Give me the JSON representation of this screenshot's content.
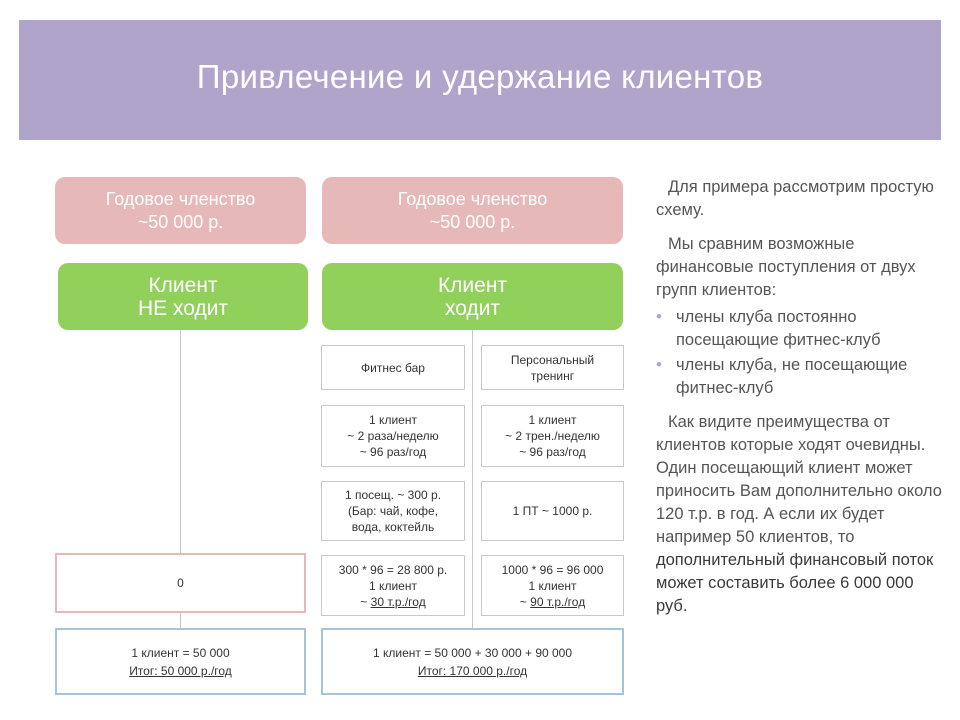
{
  "header": {
    "title": "Привлечение и удержание клиентов"
  },
  "colors": {
    "header_bg": "#b0a4cb",
    "membership": "#e6b9b8",
    "client": "#92d05c",
    "total_border": "#a6c3d9",
    "connector": "#c8c8c8"
  },
  "left": {
    "membership": {
      "line1": "Годовое членство",
      "line2": "~50 000 р."
    },
    "client": {
      "line1": "Клиент",
      "line2": "НЕ ходит"
    },
    "extra_value": "0",
    "total": {
      "line1": "1 клиент  = 50 000",
      "line2": "Итог: 50 000 р./год"
    }
  },
  "right": {
    "membership": {
      "line1": "Годовое членство",
      "line2": "~50 000 р."
    },
    "client": {
      "line1": "Клиент",
      "line2": "ходит"
    },
    "fitness_bar": {
      "title": "Фитнес бар",
      "freq": [
        "1 клиент",
        "~ 2 раза/неделю",
        "~ 96 раз/год"
      ],
      "price": [
        "1 посещ. ~ 300 р.",
        "(Бар: чай, кофе,",
        "вода, коктейль"
      ],
      "sum": {
        "line1": "300 * 96 = 28 800 р.",
        "line2": "1 клиент",
        "prefix": "~ ",
        "underlined": "30 т.р./год"
      }
    },
    "personal_training": {
      "title": [
        "Персональный",
        "тренинг"
      ],
      "freq": [
        "1 клиент",
        "~ 2 трен./неделю",
        "~ 96 раз/год"
      ],
      "price": [
        "1 ПТ ~ 1000 р."
      ],
      "sum": {
        "line1": "1000 * 96 = 96 000",
        "line2": "1 клиент",
        "prefix": "~ ",
        "underlined": "90 т.р./год"
      }
    },
    "total": {
      "line1": "1 клиент  = 50 000 + 30 000 + 90 000",
      "line2": "Итог: 170 000 р./год"
    }
  },
  "sidebar": {
    "p1": "Для примера рассмотрим простую схему.",
    "p2": "Мы сравним возможные финансовые поступления от двух групп клиентов:",
    "bullets": [
      "члены клуба постоянно посещающие фитнес-клуб",
      "члены клуба, не посещающие фитнес-клуб"
    ],
    "p3_plain": "Как видите преимущества от клиентов которые ходят очевидны. Один посещающий клиент может приносить Вам дополнительно около 120 т.р. в год. А если их будет например 50 клиентов, то ",
    "p3_highlight": "дополнительный финансовый поток может составить более 6 000 000 руб."
  }
}
